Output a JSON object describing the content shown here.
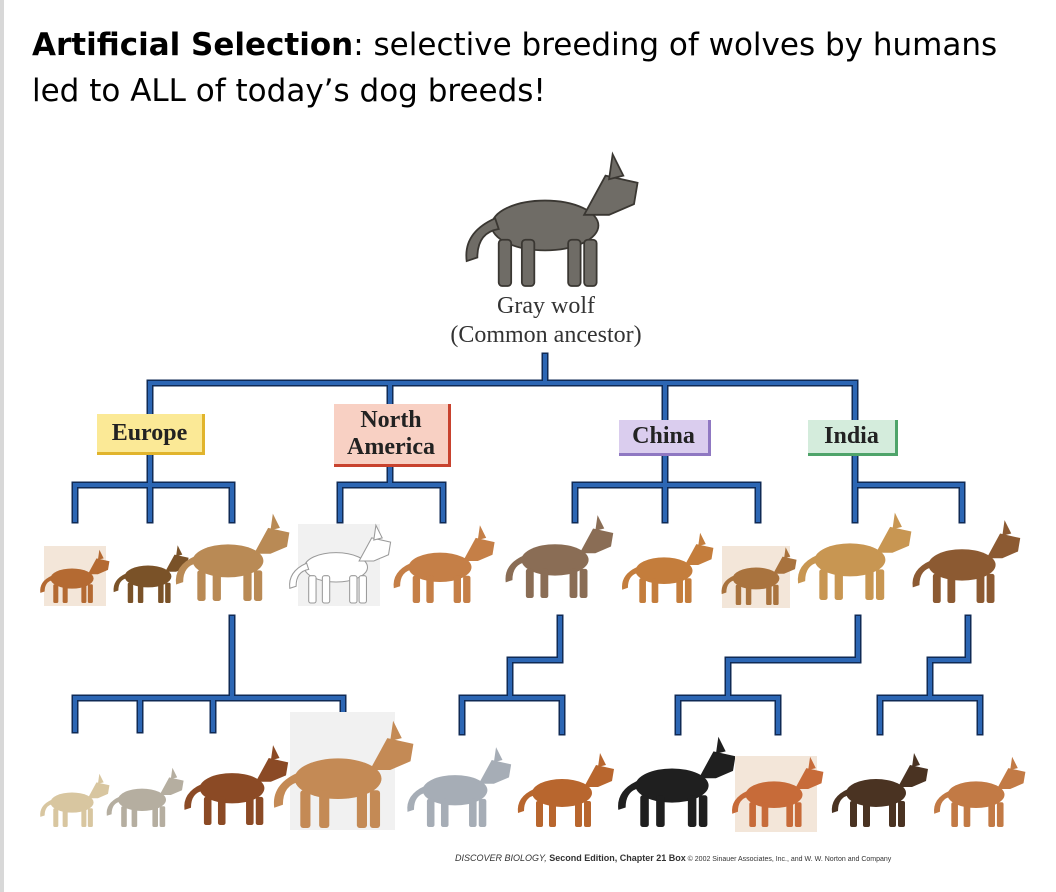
{
  "heading": {
    "bold": "Artificial Selection",
    "rest": ": selective breeding of wolves by humans led to ALL of today’s  dog breeds!"
  },
  "root": {
    "line1": "Gray wolf",
    "line2": "(Common ancestor)"
  },
  "regions": {
    "europe": "Europe",
    "north_america_1": "North",
    "north_america_2": "America",
    "china": "China",
    "india": "India"
  },
  "credit": {
    "book": "DISCOVER BIOLOGY,",
    "edition": " Second Edition, Chapter 21 Box",
    "rights": "  © 2002 Sinauer Associates, Inc., and W. W. Norton and Company"
  },
  "colors": {
    "branch": "#2c66b4",
    "branch_outline": "#0f2a55"
  }
}
